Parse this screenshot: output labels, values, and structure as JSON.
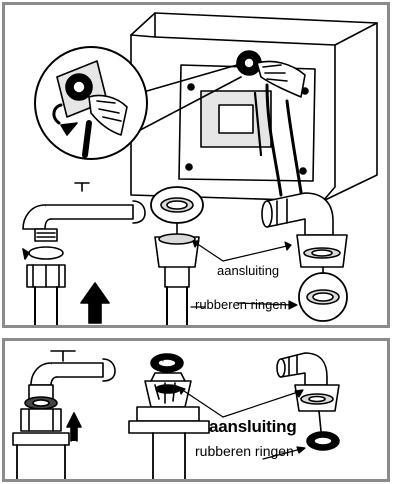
{
  "top_panel": {
    "labels": {
      "connection": "aansluiting",
      "rubber_rings": "rubberen ringen"
    }
  },
  "bottom_panel": {
    "labels": {
      "connection": "aansluiting",
      "rubber_rings": "rubberen ringen"
    }
  },
  "colors": {
    "border": "#8c8c8c",
    "line": "#000000",
    "shade": "#d9d9d9",
    "background": "#ffffff"
  }
}
